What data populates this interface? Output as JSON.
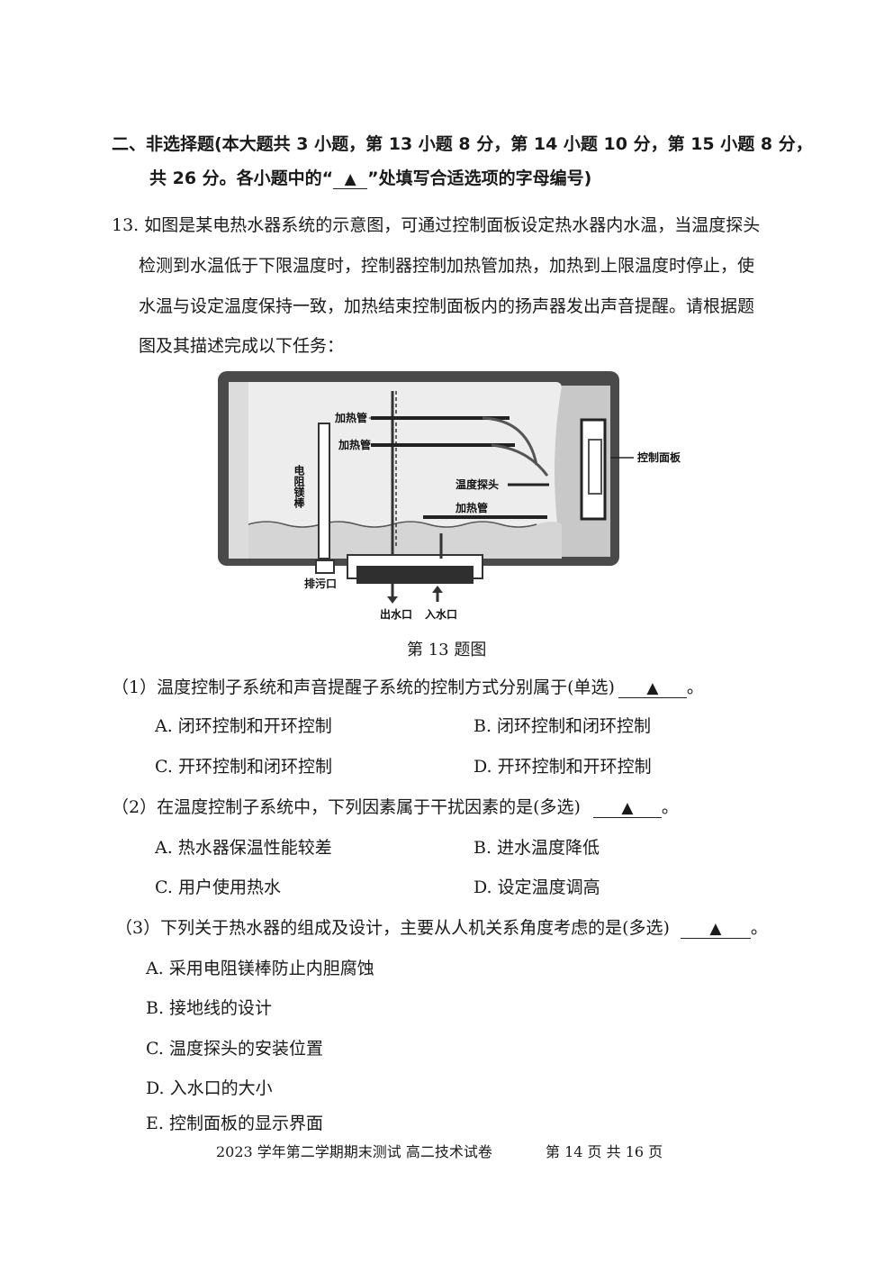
{
  "section": {
    "line1": "二、非选择题(本大题共 3 小题，第 13 小题 8 分，第 14 小题 10 分，第 15 小题 8 分，",
    "line2_pre": "共 26 分。各小题中的“",
    "mark": "▲",
    "line2_post": "”处填写合适选项的字母编号)"
  },
  "question": {
    "stem_lines": [
      "13. 如图是某电热水器系统的示意图，可通过控制面板设定热水器内水温，当温度探头",
      "检测到水温低于下限温度时，控制器控制加热管加热，加热到上限温度时停止，使",
      "水温与设定温度保持一致，加热结束控制面板内的扬声器发出声音提醒。请根据题",
      "图及其描述完成以下任务："
    ],
    "figure_caption": "第 13 题图",
    "diagram_labels": {
      "heater_top": "加热管",
      "heater_mid": "加热管",
      "heater_low": "加热管",
      "probe": "温度探头",
      "panel": "控制面板",
      "rod": "电阻镁棒",
      "drain": "排污口",
      "outlet": "出水口",
      "inlet": "入水口"
    },
    "sub1": {
      "text": "（1）温度控制子系统和声音提醒子系统的控制方式分别属于(单选)",
      "end": "。",
      "options": [
        "A. 闭环控制和开环控制",
        "B. 闭环控制和闭环控制",
        "C. 开环控制和闭环控制",
        "D. 开环控制和开环控制"
      ]
    },
    "sub2": {
      "text": "（2）在温度控制子系统中，下列因素属于干扰因素的是(多选)",
      "end": "。",
      "options": [
        "A. 热水器保温性能较差",
        "B. 进水温度降低",
        "C. 用户使用热水",
        "D. 设定温度调高"
      ]
    },
    "sub3": {
      "text": "（3）下列关于热水器的组成及设计，主要从人机关系角度考虑的是(多选)",
      "end": "。",
      "options": [
        "A. 采用电阻镁棒防止内胆腐蚀",
        "B. 接地线的设计",
        "C. 温度探头的安装位置",
        "D. 入水口的大小",
        "E. 控制面板的显示界面"
      ]
    }
  },
  "footer": {
    "exam": "2023 学年第二学期期末测试 高二技术试卷",
    "page": "第 14 页 共 16 页"
  }
}
